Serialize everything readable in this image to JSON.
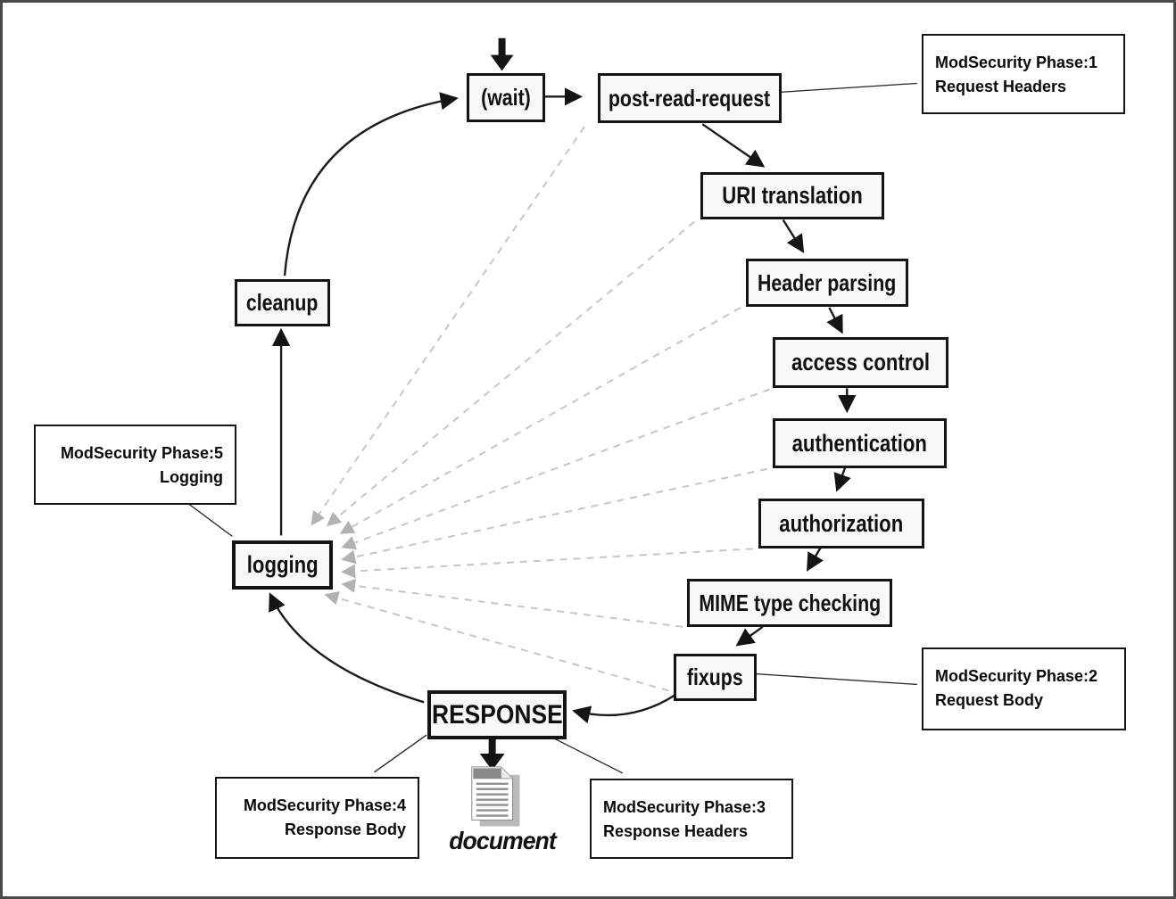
{
  "diagram": {
    "nodes": {
      "wait": "(wait)",
      "post_read_request": "post-read-request",
      "uri_translation": "URI translation",
      "header_parsing": "Header parsing",
      "access_control": "access control",
      "authentication": "authentication",
      "authorization": "authorization",
      "mime_type_checking": "MIME type checking",
      "fixups": "fixups",
      "response": "RESPONSE",
      "logging": "logging",
      "cleanup": "cleanup",
      "document": "document"
    },
    "annotations": {
      "phase1": {
        "line1": "ModSecurity Phase:1",
        "line2": "Request Headers"
      },
      "phase2": {
        "line1": "ModSecurity Phase:2",
        "line2": "Request Body"
      },
      "phase3": {
        "line1": "ModSecurity Phase:3",
        "line2": "Response Headers"
      },
      "phase4": {
        "line1": "ModSecurity Phase:4",
        "line2": "Response Body"
      },
      "phase5": {
        "line1": "ModSecurity Phase:5",
        "line2": "Logging"
      }
    },
    "colors": {
      "solid_line": "#1a1a1a",
      "dashed_line": "#c6c6c6",
      "dashed_arrowhead": "#b2b2b2",
      "node_background": "#f8f8f8",
      "node_border": "#141414",
      "frame_border": "#4a4a4a",
      "document_shadow": "#b9b9b9",
      "document_band": "#8a8a8a"
    }
  }
}
